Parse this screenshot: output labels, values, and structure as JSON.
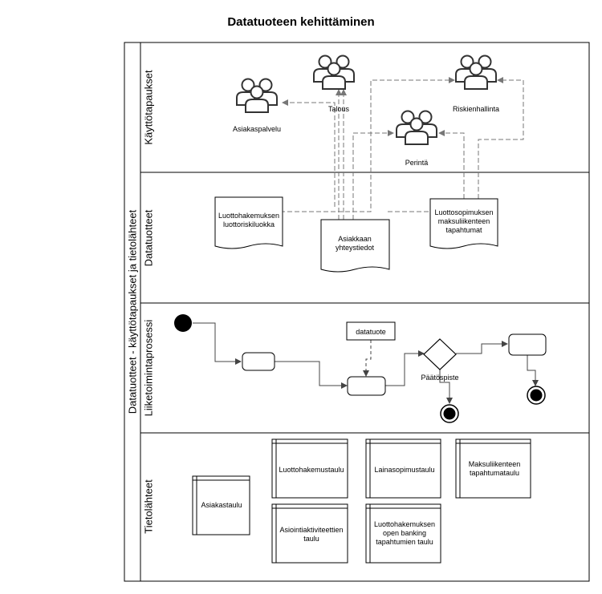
{
  "title": "Datatuoteen kehittäminen",
  "pool": {
    "label": "Datatuotteet - käyttötapaukset ja tietolähteet"
  },
  "lanes": [
    {
      "id": "usecases",
      "label": "Käyttötapaukset"
    },
    {
      "id": "products",
      "label": "Datatuotteet"
    },
    {
      "id": "process",
      "label": "Liiketoimintaprosessi"
    },
    {
      "id": "sources",
      "label": "Tietolähteet"
    }
  ],
  "actors": [
    {
      "id": "asiakaspalvelu",
      "label": "Asiakaspalvelu"
    },
    {
      "id": "talous",
      "label": "Talous"
    },
    {
      "id": "riskienhallinta",
      "label": "Riskienhallinta"
    },
    {
      "id": "perinta",
      "label": "Perintä"
    }
  ],
  "documents": [
    {
      "id": "doc-risk",
      "lines": [
        "Luottohakemuksen",
        "luottoriskiluokka"
      ]
    },
    {
      "id": "doc-contact",
      "lines": [
        "Asiakkaan",
        "yhteystiedot"
      ]
    },
    {
      "id": "doc-payments",
      "lines": [
        "Luottosopimuksen",
        "maksuliikenteen",
        "tapahtumat"
      ]
    }
  ],
  "process": {
    "datatuote_label": "datatuote",
    "gateway_label": "Päätöspiste"
  },
  "tables": [
    {
      "id": "asiakastaulu",
      "lines": [
        "Asiakastaulu"
      ]
    },
    {
      "id": "luottohakemustaulu",
      "lines": [
        "Luottohakemustaulu"
      ]
    },
    {
      "id": "lainasopimustaulu",
      "lines": [
        "Lainasopimustaulu"
      ]
    },
    {
      "id": "maksuliikenne",
      "lines": [
        "Maksuliikenteen",
        "tapahtumataulu"
      ]
    },
    {
      "id": "asiointi",
      "lines": [
        "Asiointiaktiviteettien",
        "taulu"
      ]
    },
    {
      "id": "openbanking",
      "lines": [
        "Luottohakemuksen",
        "open banking",
        "tapahtumien taulu"
      ]
    }
  ]
}
